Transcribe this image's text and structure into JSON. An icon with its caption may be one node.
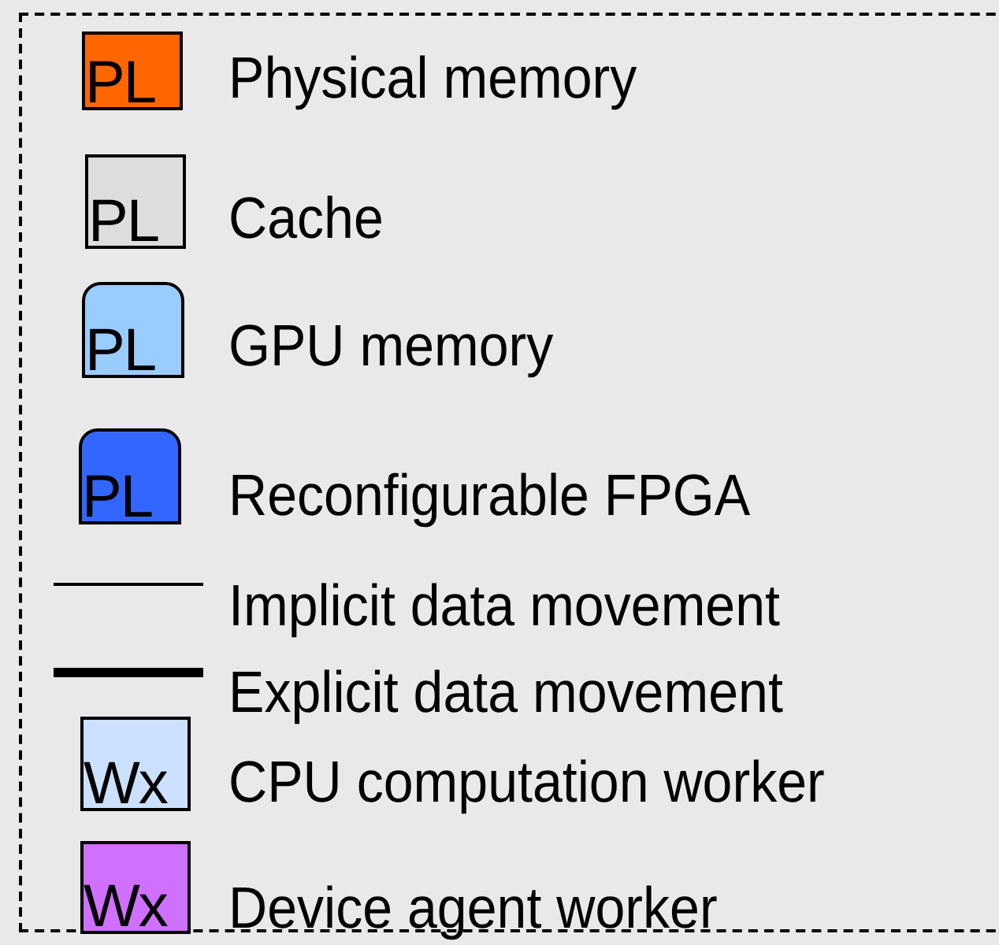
{
  "diagram": {
    "labels": [
      "PL",
      "PL",
      "PL",
      "PL",
      "Wx",
      "Wx"
    ],
    "legend": [
      {
        "text": "Physical memory",
        "color": "#ff6600"
      },
      {
        "text": "Cache",
        "color": "#dcdedc"
      },
      {
        "text": "GPU memory",
        "color": "#99ccff"
      },
      {
        "text": "Reconfigurable FPGA",
        "color": "#3366ff"
      },
      {
        "text": "Implicit data movement"
      },
      {
        "text": "Explicit data movement"
      },
      {
        "text": "CPU computation worker",
        "color": "#cce0ff"
      },
      {
        "text": "Device agent worker",
        "color": "#d070ff"
      }
    ]
  }
}
